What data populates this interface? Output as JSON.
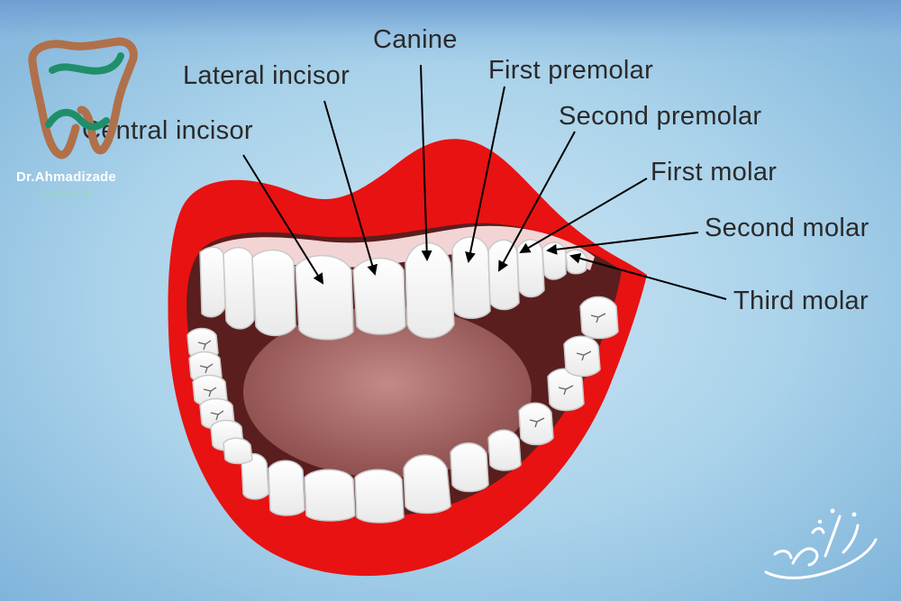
{
  "labels": {
    "canine": "Canine",
    "lateral_incisor": "Lateral incisor",
    "central_incisor": "Central incisor",
    "first_premolar": "First premolar",
    "second_premolar": "Second premolar",
    "first_molar": "First molar",
    "second_molar": "Second molar",
    "third_molar": "Third molar"
  },
  "logo": {
    "name": "Dr.Ahmadizade",
    "subtitle": "Dental clinic",
    "colors": {
      "bronze": "#b0704a",
      "teal": "#1f8f6a"
    }
  },
  "signature": {
    "text": "احمدی زاده",
    "color": "#ffffff"
  },
  "colors": {
    "lips": "#e81212",
    "lip_shadow": "#b10000",
    "mouth_inside": "#5a1e1e",
    "tongue": "#b77a78",
    "gums": "#f3d4d4",
    "teeth": "#ffffff",
    "arrow": "#000000"
  }
}
